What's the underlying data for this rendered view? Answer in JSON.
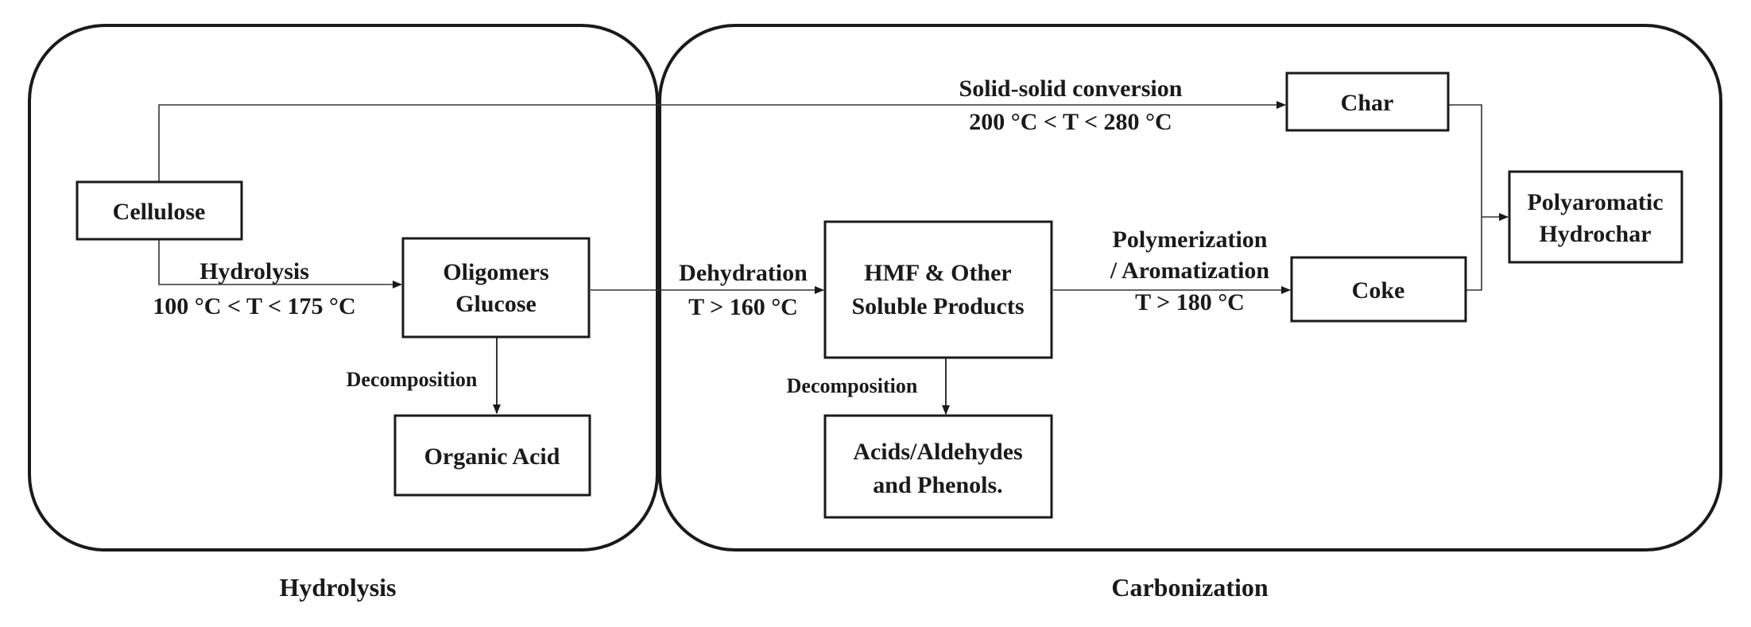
{
  "regions": {
    "hydrolysis": "Hydrolysis",
    "carbonization": "Carbonization"
  },
  "nodes": {
    "cellulose": "Cellulose",
    "oligomers": [
      "Oligomers",
      "Glucose"
    ],
    "organic_acid": "Organic Acid",
    "hmf": [
      "HMF & Other",
      "Soluble Products"
    ],
    "acids": [
      "Acids/Aldehydes",
      "and Phenols."
    ],
    "char": "Char",
    "coke": "Coke",
    "hydrochar": [
      "Polyaromatic",
      "Hydrochar"
    ]
  },
  "edges": {
    "hydrolysis": [
      "Hydrolysis",
      "100 °C < T < 175 °C"
    ],
    "solid_solid": [
      "Solid-solid conversion",
      "200 °C < T < 280 °C"
    ],
    "dehydration": [
      "Dehydration",
      "T > 160 °C"
    ],
    "polymerization": [
      "Polymerization",
      "/ Aromatization",
      "T > 180 °C"
    ],
    "decomposition_left": "Decomposition",
    "decomposition_right": "Decomposition"
  }
}
